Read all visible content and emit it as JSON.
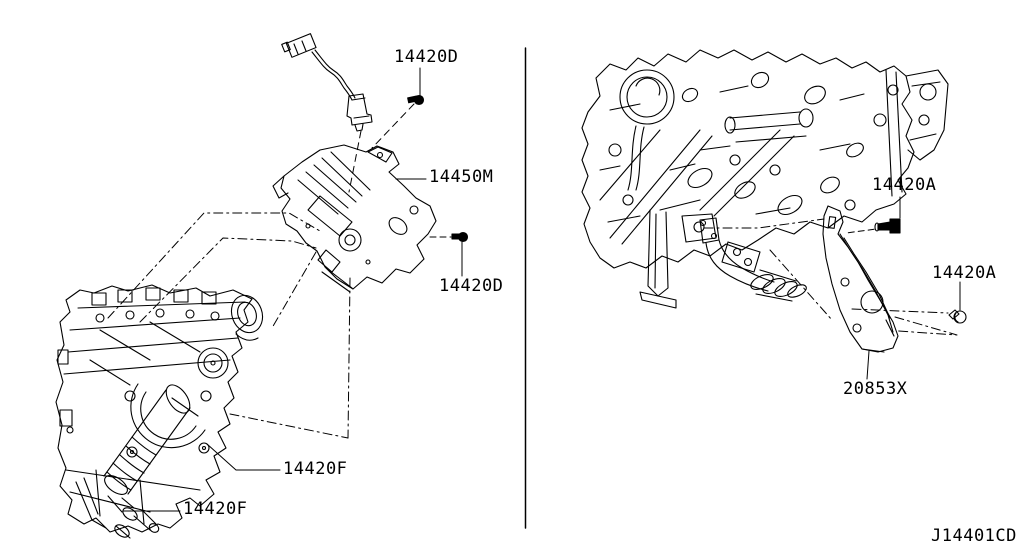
{
  "figure": {
    "code": "J14401CD",
    "left_panel": {
      "callouts": [
        {
          "part": "14420D"
        },
        {
          "part": "14450M"
        },
        {
          "part": "14420D"
        },
        {
          "part": "14420F"
        },
        {
          "part": "14420F"
        }
      ]
    },
    "right_panel": {
      "callouts": [
        {
          "part": "14420A"
        },
        {
          "part": "14420A"
        },
        {
          "part": "20853X"
        }
      ]
    }
  }
}
